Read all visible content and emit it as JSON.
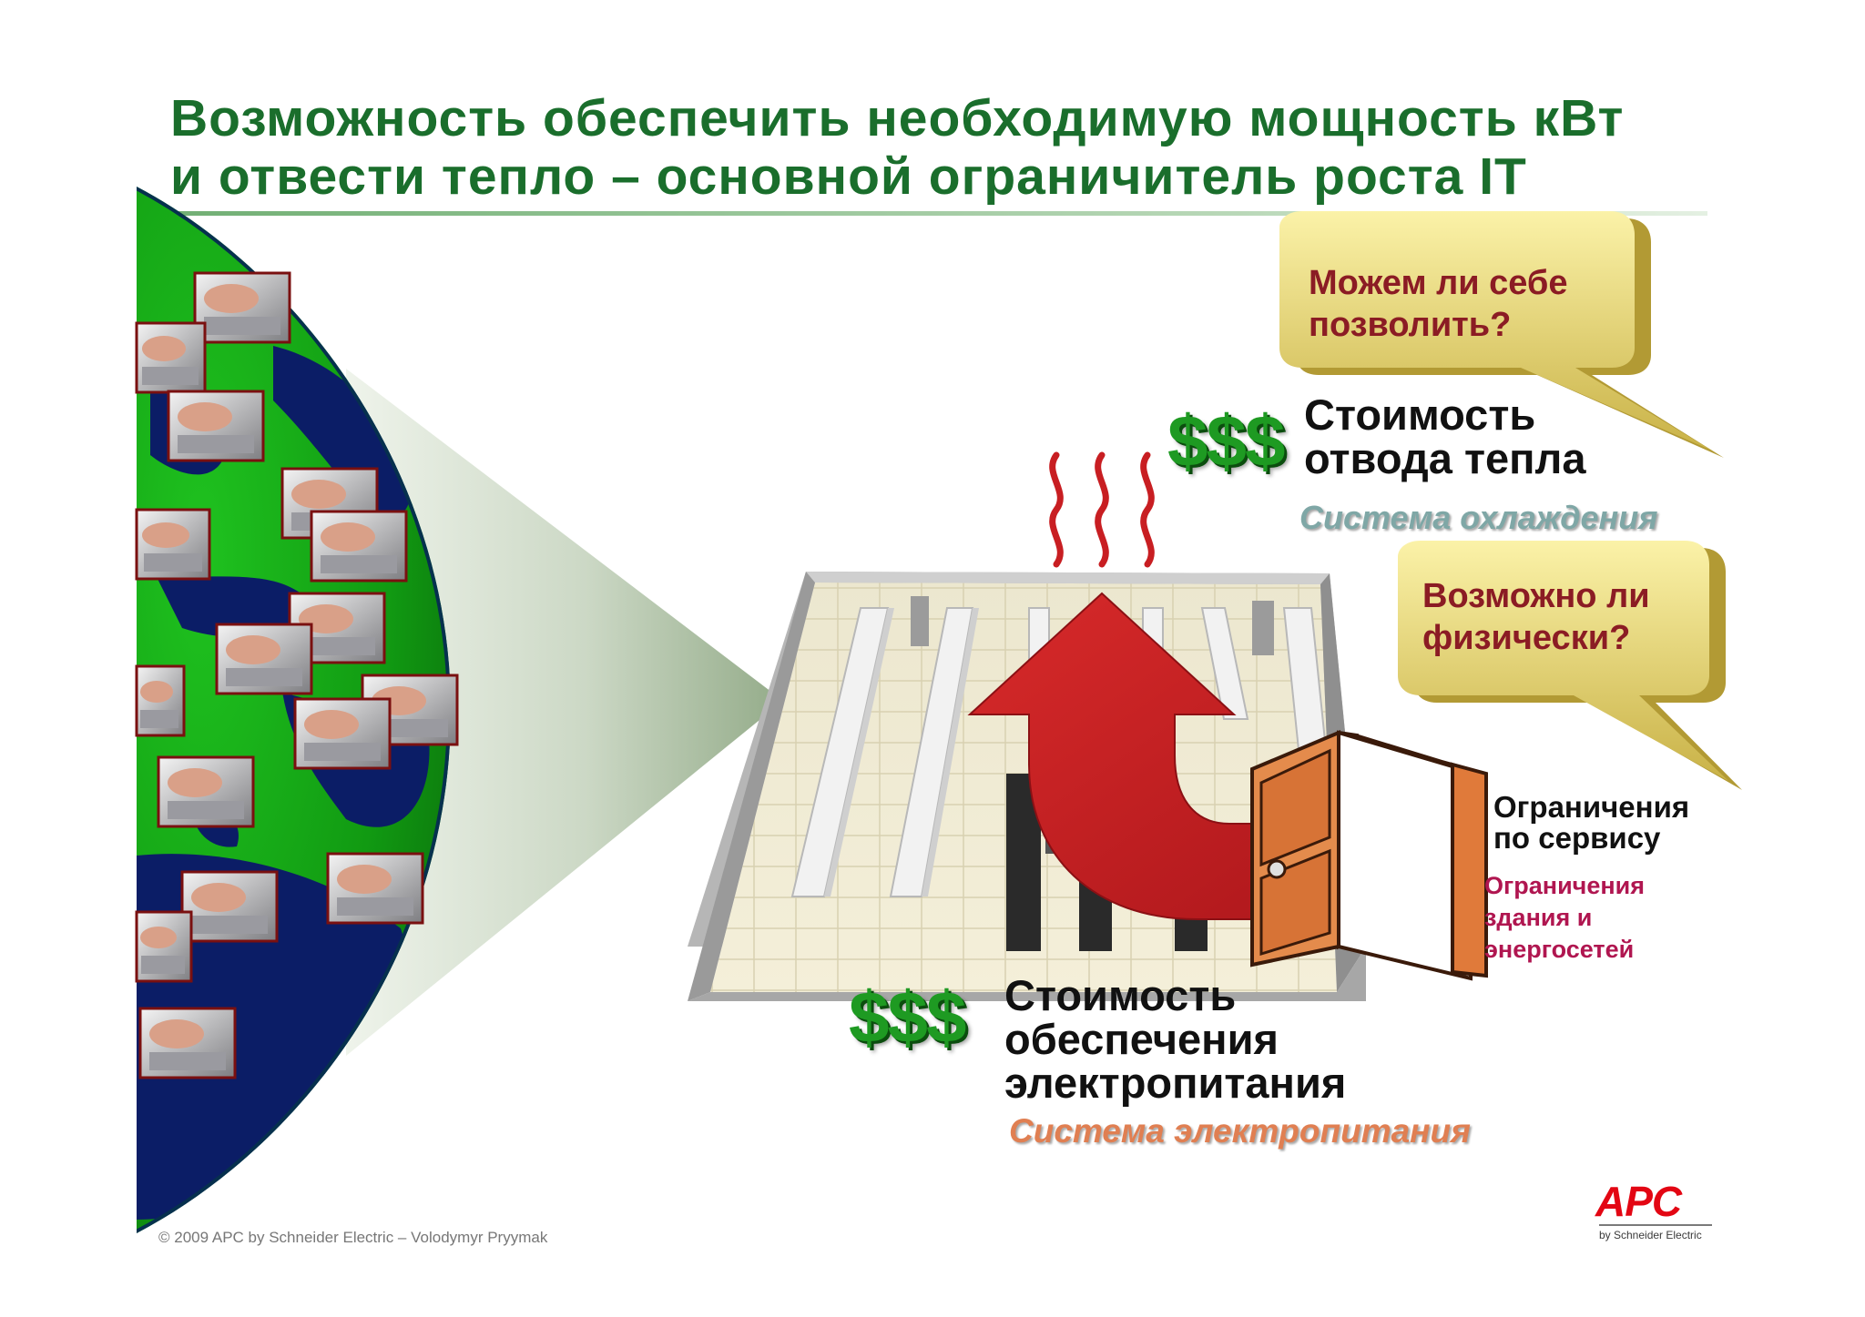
{
  "title": {
    "line1": "Возможность обеспечить необходимую мощность кВт",
    "line2": "и отвести тепло – основной ограничитель роста IT"
  },
  "bubbles": {
    "top": {
      "line1": "Можем ли себе",
      "line2": "позволить?"
    },
    "middle": {
      "line1": "Возможно ли",
      "line2": "физически?"
    }
  },
  "cooling": {
    "dollars": "$$$",
    "line1": "Стоимость",
    "line2": "отвода тепла",
    "subtitle": "Система охлаждения"
  },
  "service": {
    "line1": "Ограничения",
    "line2": "по сервису",
    "note_line1": "Ограничения",
    "note_line2": "здания и",
    "note_line3": "энергосетей"
  },
  "power": {
    "dollars": "$$$",
    "line1": "Стоимость",
    "line2": "обеспечения",
    "line3": "электропитания",
    "subtitle": "Система электропитания"
  },
  "footer": {
    "copyright": "© 2009 APC by Schneider Electric – Volodymyr Pryymak"
  },
  "logo": {
    "brand": "APC",
    "sub": "by Schneider Electric"
  },
  "colors": {
    "title": "#1a6e2c",
    "bubble_text": "#8b1c24",
    "dollar": "#1e9a22",
    "cooling_subtitle": "#7fa7a6",
    "power_subtitle": "#e07f52",
    "service_note": "#b01650",
    "arrow": "#c81e22",
    "logo": "#e30613"
  },
  "icons": [
    "globe-illustration",
    "keyboard-typing-photo",
    "heat-waves-icon",
    "data-center-room-illustration",
    "red-curved-arrow",
    "open-door-icon"
  ]
}
